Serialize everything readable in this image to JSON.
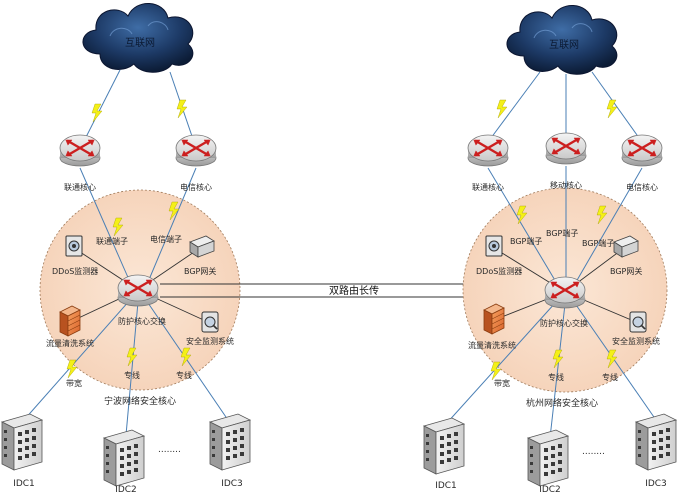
{
  "left": {
    "cloud": "互联网",
    "isp": [
      "联通核心",
      "电信核心"
    ],
    "isp_links": [
      "联通端子",
      "电信端子"
    ],
    "devices": {
      "ddos_detect": "DDoS监测器",
      "bgp_gateway": "BGP网关",
      "core_switch": "防护核心交换",
      "firewall": "流量清洗系统",
      "audit": "安全监测系统"
    },
    "link_labels": [
      "带宽",
      "专线",
      "专线"
    ],
    "zone": "宁波网络安全核心",
    "idc": [
      "IDC1",
      "IDC2",
      "IDC3"
    ],
    "dots": "........"
  },
  "right": {
    "cloud": "互联网",
    "isp": [
      "联通核心",
      "移动核心",
      "电信核心"
    ],
    "isp_links": [
      "BGP端子",
      "BGP端子",
      "BGP端子"
    ],
    "devices": {
      "ddos_detect": "DDoS监测器",
      "bgp_gateway": "BGP网关",
      "core_switch": "防护核心交换",
      "firewall": "流量清洗系统",
      "audit": "安全监测系统"
    },
    "link_labels": [
      "带宽",
      "专线",
      "专线"
    ],
    "zone": "杭州网络安全核心",
    "idc": [
      "IDC1",
      "IDC2",
      "IDC3"
    ],
    "dots": "........"
  },
  "middle_link": "双路由长传"
}
